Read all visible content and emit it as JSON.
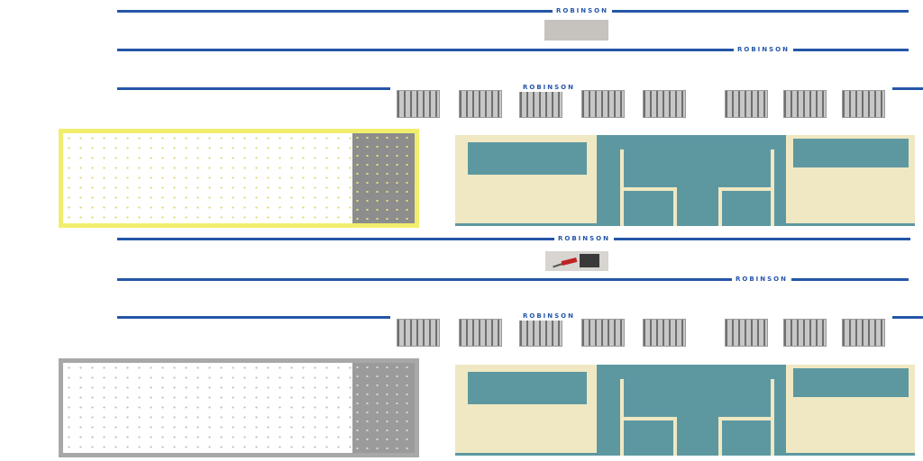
{
  "diagram": {
    "kind": "strip-plan-comparison",
    "variants": [
      "highlighted (yellow)",
      "plain (gray)"
    ]
  },
  "palette": {
    "background": "#ffffff",
    "line_blue": "#2456a8",
    "hatch_dark": "#6f6f6f",
    "hatch_light": "#c7c7c7",
    "yellow_border": "#f1ee6e",
    "yellow_dot": "#ded879",
    "gray_border": "#a8a8a8",
    "gray_dot": "#c0c0c0",
    "subblock_gray": "#8d8d8d",
    "teal": "#5d98a1",
    "cream": "#efe8c2",
    "swatch_gray": "#c6c2bd",
    "photo_red": "#c12222"
  },
  "robinson_lines": [
    {
      "label": "ROBINSON"
    },
    {
      "label": "ROBINSON"
    },
    {
      "label": "ROBINSON"
    },
    {
      "label": "ROBINSON"
    },
    {
      "label": "ROBINSON"
    },
    {
      "label": "ROBINSON"
    }
  ]
}
